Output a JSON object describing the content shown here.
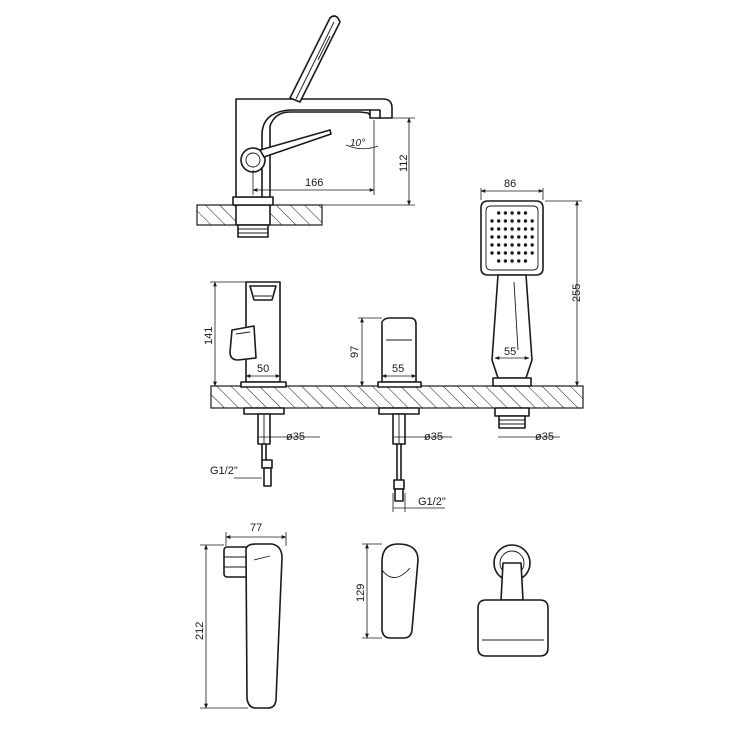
{
  "dimensions": {
    "top_spout_reach": "166",
    "top_height": "112",
    "top_angle": "10°",
    "shower_width": "86",
    "shower_length": "255",
    "shower_base": "55",
    "shower_hole": "ø35",
    "mixer_height": "141",
    "mixer_base": "50",
    "mixer_hole": "ø35",
    "mixer_thread": "G1/2\"",
    "valve_height": "97",
    "valve_base": "55",
    "valve_hole": "ø35",
    "valve_thread": "G1/2\"",
    "bottom_width": "77",
    "bottom_height_left": "212",
    "bottom_height_mid": "129"
  }
}
